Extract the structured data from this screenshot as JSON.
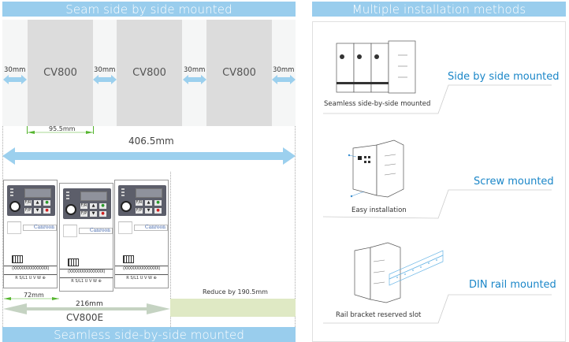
{
  "left_panel": {
    "title": "Seam side by side mounted",
    "units": [
      {
        "label": "CV800"
      },
      {
        "label": "CV800"
      },
      {
        "label": "CV800"
      }
    ],
    "gap_labels": [
      "30mm",
      "30mm",
      "30mm",
      "30mm"
    ],
    "unit_width_label": "95.5mm",
    "total_width_label": "406.5mm",
    "seamless": {
      "brand": "Canroon",
      "unit_width_label": "72mm",
      "total_width_label": "216mm",
      "model_label": "CV800E",
      "reduce_label": "Reduce by 190.5mm",
      "terminal_row_1": "(XXXXXXXXXXXXXX)",
      "terminal_row_2": "R S/L1 U V W ⊕"
    },
    "bottom_title": "Seamless side-by-side mounted"
  },
  "right_panel": {
    "title": "Multiple installation methods",
    "methods": [
      {
        "title": "Side by side mounted",
        "caption": "Seamless side-by-side mounted"
      },
      {
        "title": "Screw mounted",
        "caption": "Easy installation"
      },
      {
        "title": "DIN rail mounted",
        "caption": "Rail bracket reserved slot"
      }
    ]
  },
  "colors": {
    "banner": "#99cded",
    "accent_text": "#1a86c8",
    "unit_fill": "#dcdcdc",
    "dimension_arrow": "#9cd0ee",
    "green_dimension": "#55b52e",
    "reduce_band": "#dfe9c4"
  }
}
